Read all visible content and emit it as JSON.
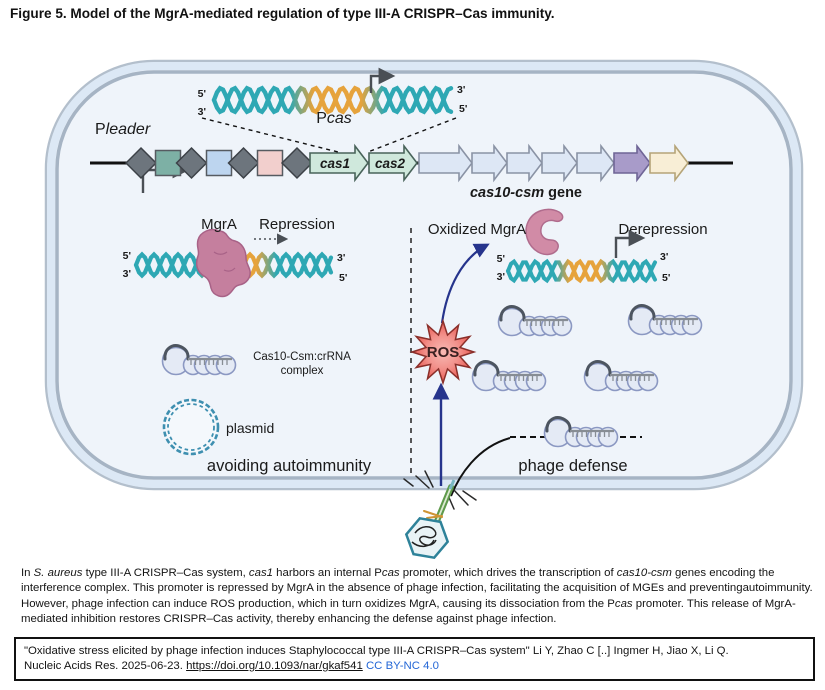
{
  "title": "Figure 5. Model of the MgrA-mediated regulation of type III-A CRISPR–Cas immunity.",
  "figure": {
    "promoters": {
      "pleader_p": "P",
      "pleader_gene": "leader",
      "pcas_p": "P",
      "pcas_gene": "cas"
    },
    "prime_labels": {
      "five": "5'",
      "three": "3'"
    },
    "genes": {
      "cas1": "cas1",
      "cas2": "cas2",
      "locus_italic": "cas10-csm",
      "locus_rest": "gene"
    },
    "repression": {
      "mgra": "MgrA",
      "label": "Repression"
    },
    "derepression": {
      "mgra": "Oxidized MgrA",
      "label": "Derepression"
    },
    "ros": "ROS",
    "complex_line1": "Cas10-Csm:crRNA",
    "complex_line2": "complex",
    "plasmid": "plasmid",
    "left_caption": "avoiding autoimmunity",
    "right_caption": "phage defense"
  },
  "caption_segments": [
    {
      "t": "In "
    },
    {
      "t": "S. aureus",
      "s": "i"
    },
    {
      "t": " type III-A CRISPR–Cas system, "
    },
    {
      "t": "cas1",
      "s": "i"
    },
    {
      "t": " harbors an internal P"
    },
    {
      "t": "cas",
      "s": "i"
    },
    {
      "t": " promoter, which drives the transcription of "
    },
    {
      "t": "cas10-csm",
      "s": "i"
    },
    {
      "t": " genes encoding the interference complex. This promoter is repressed by MgrA in the absence of phage infection, facilitating the acquisition of MGEs and preventingautoimmunity. However, phage infection can induce ROS production, which in turn oxidizes MgrA, causing its dissociation from the P"
    },
    {
      "t": "cas",
      "s": "i"
    },
    {
      "t": " promoter. This release of MgrA-mediated inhibition restores CRISPR–Cas activity, thereby enhancing the defense against phage infection."
    }
  ],
  "citation_line1_segments": [
    {
      "t": "\"Oxidative stress elicited by phage infection induces Staphylococcal type III-A CRISPR–Cas system\" Li Y, Zhao C [..] Ingmer H, Jiao X, Li Q."
    }
  ],
  "citation_line2_segments": [
    {
      "t": "Nucleic Acids Res. 2025-06-23. "
    },
    {
      "t": "https://doi.org/10.1093/nar/gkaf541",
      "s": "link"
    },
    {
      "t": " "
    },
    {
      "t": "CC BY-NC 4.0",
      "s": "cc"
    }
  ],
  "colors": {
    "dna_teal": "#2ea8b4",
    "dna_orange": "#e6a33c",
    "mgra_pink": "#c57f9e",
    "oxidized_pink": "#d18ba6",
    "ros_red": "#ee6b64",
    "membrane_grey": "#a6b4c4",
    "membrane_band": "#dce8f5",
    "cell_fill": "#eff4fa",
    "cas_arrow_mint": "#cfe8dc",
    "gene_arrow_blue": "#dde7f5",
    "gene_arrow_purple": "#a89bc9",
    "gene_arrow_cream": "#f8eed6",
    "spacer_teal": "#7db0a5",
    "spacer_blue": "#bdd5ef",
    "spacer_pink": "#f2cfcd",
    "repeat_grey": "#6d757d",
    "link_blue": "#2467d6",
    "phage_teal": "#2e8299",
    "tail_green": "#5f9a4c",
    "signal_blue": "#26348c"
  }
}
